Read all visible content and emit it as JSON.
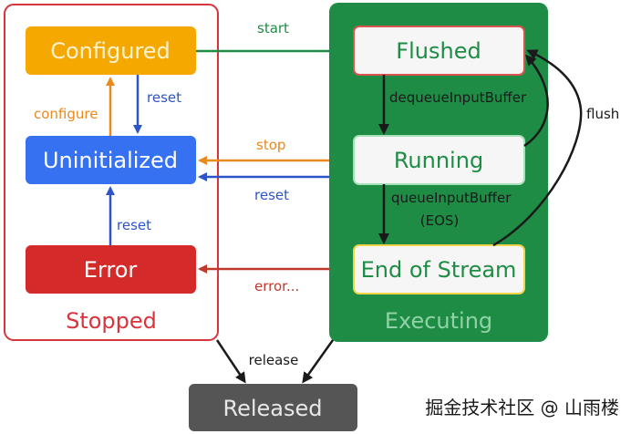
{
  "groups": {
    "stopped": {
      "label": "Stopped",
      "border": "#d9333c",
      "text": "#d9333c"
    },
    "executing": {
      "label": "Executing",
      "fill": "#1e8c45",
      "text": "#8fd3a6"
    }
  },
  "states": {
    "configured": {
      "label": "Configured",
      "fill": "#f5a800",
      "text": "#fff3cf"
    },
    "uninitialized": {
      "label": "Uninitialized",
      "fill": "#3571f0",
      "text": "#ffffff"
    },
    "error": {
      "label": "Error",
      "fill": "#d42a2a",
      "text": "#ffffff"
    },
    "flushed": {
      "label": "Flushed",
      "fill": "#f6f6f6",
      "border": "#d9534f",
      "text": "#1e8c45"
    },
    "running": {
      "label": "Running",
      "fill": "#f6f6f6",
      "border": "#a9dfb9",
      "text": "#1e8c45"
    },
    "end_of_stream": {
      "label": "End of Stream",
      "fill": "#f6f6f6",
      "border": "#f2d34a",
      "text": "#1e8c45"
    },
    "released": {
      "label": "Released",
      "fill": "#555555",
      "text": "#e8e8e8"
    }
  },
  "transitions": {
    "start": {
      "label": "start",
      "color": "#1e8c45"
    },
    "reset_down": {
      "label": "reset",
      "color": "#2d55c8"
    },
    "configure": {
      "label": "configure",
      "color": "#e88a1e"
    },
    "stop": {
      "label": "stop",
      "color": "#e88a1e"
    },
    "reset_left": {
      "label": "reset",
      "color": "#2d55c8"
    },
    "reset_up": {
      "label": "reset",
      "color": "#2d55c8"
    },
    "error": {
      "label": "error...",
      "color": "#c0392b"
    },
    "dequeue": {
      "label": "dequeueInputBuffer",
      "color": "#1a1a1a"
    },
    "queue_eos_line1": {
      "label": "queueInputBuffer",
      "color": "#1a1a1a"
    },
    "queue_eos_line2": {
      "label": "(EOS)",
      "color": "#1a1a1a"
    },
    "flush": {
      "label": "flush",
      "color": "#1a1a1a"
    },
    "release": {
      "label": "release",
      "color": "#1a1a1a"
    }
  },
  "watermark": "掘金技术社区 @ 山雨楼"
}
